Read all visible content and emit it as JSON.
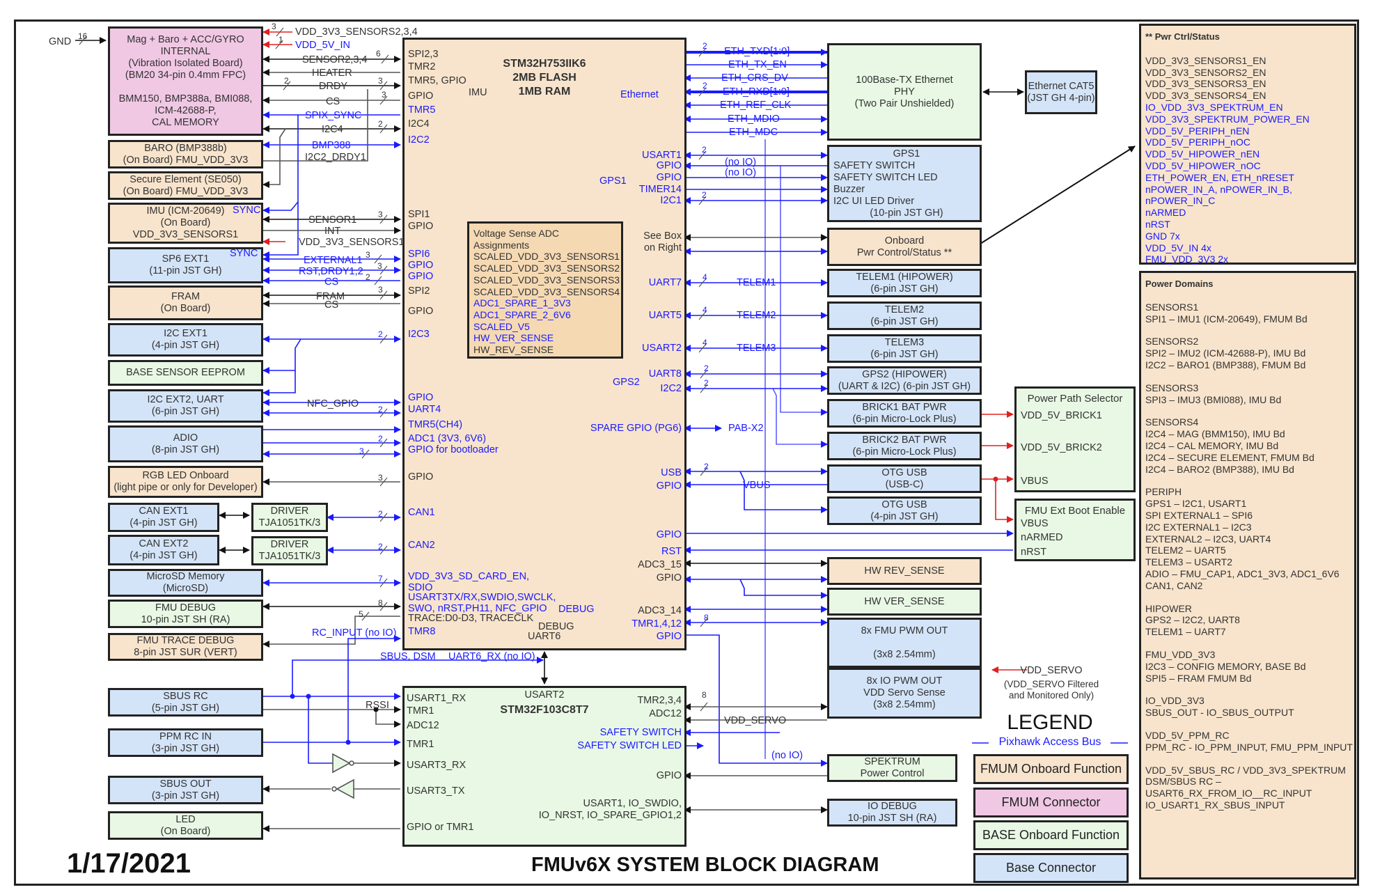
{
  "title": "FMUv6X SYSTEM BLOCK DIAGRAM",
  "date": "1/17/2021",
  "colors": {
    "fmum_onboard": "#f8e4cc",
    "fmum_connector": "#f0c8e4",
    "base_onboard": "#e8f8e4",
    "base_connector": "#d4e4f8",
    "signal_blue": "#1a1aff",
    "power_red": "#e02020",
    "wire_black": "#222222"
  },
  "left_blocks": {
    "imu_internal": [
      "Mag + Baro + ACC/GYRO",
      "INTERNAL",
      "(Vibration Isolated Board)",
      "(BM20 34-pin 0.4mm FPC)",
      "",
      "BMM150, BMP388a, BMI088,",
      "ICM-42688-P,",
      "CAL MEMORY"
    ],
    "baro": [
      "BARO (BMP388b)",
      "(On Board) FMU_VDD_3V3"
    ],
    "secure": [
      "Secure Element (SE050)",
      "(On Board) FMU_VDD_3V3"
    ],
    "imu_onboard": [
      "IMU (ICM-20649)",
      "(On Board)",
      "VDD_3V3_SENSORS1"
    ],
    "sp6": [
      "SP6 EXT1",
      "(11-pin JST GH)"
    ],
    "fram": [
      "FRAM",
      "(On Board)"
    ],
    "i2c_ext1": [
      "I2C EXT1",
      "(4-pin JST GH)"
    ],
    "base_eeprom": [
      "BASE SENSOR EEPROM"
    ],
    "i2c_ext2": [
      "I2C EXT2, UART",
      "(6-pin JST GH)"
    ],
    "adio": [
      "ADIO",
      "(8-pin JST GH)"
    ],
    "rgb_led": [
      "RGB LED Onboard",
      "(light pipe or only for Developer)"
    ],
    "can_ext1": [
      "CAN EXT1",
      "(4-pin JST GH)"
    ],
    "can_ext2": [
      "CAN EXT2",
      "(4-pin JST GH)"
    ],
    "driver1": [
      "DRIVER",
      "TJA1051TK/3"
    ],
    "driver2": [
      "DRIVER",
      "TJA1051TK/3"
    ],
    "microsd": [
      "MicroSD Memory",
      "(MicroSD)"
    ],
    "fmu_debug": [
      "FMU DEBUG",
      "10-pin JST SH (RA)"
    ],
    "fmu_trace": [
      "FMU TRACE DEBUG",
      "8-pin JST SUR (VERT)"
    ],
    "sbus_rc": [
      "SBUS RC",
      "(5-pin JST GH)"
    ],
    "ppm_rc": [
      "PPM RC IN",
      "(3-pin JST GH)"
    ],
    "sbus_out": [
      "SBUS OUT",
      "(3-pin JST GH)"
    ],
    "led": [
      "LED",
      "(On Board)"
    ]
  },
  "right_blocks": {
    "eth_phy": [
      "100Base-TX Ethernet",
      "PHY",
      "(Two Pair Unshielded)"
    ],
    "eth_cat5": [
      "Ethernet CAT5",
      "(JST GH 4-pin)"
    ],
    "gps1": [
      "GPS1",
      "SAFETY SWITCH",
      "SAFETY SWITCH LED",
      "Buzzer",
      "I2C UI LED Driver",
      "(10-pin JST GH)"
    ],
    "pwr_ctrl": [
      "Onboard",
      "Pwr Control/Status **"
    ],
    "telem1": [
      "TELEM1 (HIPOWER)",
      "(6-pin JST GH)"
    ],
    "telem2": [
      "TELEM2",
      "(6-pin JST GH)"
    ],
    "telem3": [
      "TELEM3",
      "(6-pin JST GH)"
    ],
    "gps2": [
      "GPS2 (HIPOWER)",
      "(UART & I2C) (6-pin JST GH)"
    ],
    "brick1": [
      "BRICK1 BAT PWR",
      "(6-pin Micro-Lock Plus)"
    ],
    "brick2": [
      "BRICK2 BAT PWR",
      "(6-pin Micro-Lock Plus)"
    ],
    "otg_usbc": [
      "OTG USB",
      "(USB-C)"
    ],
    "otg_jst": [
      "OTG USB",
      "(4-pin JST GH)"
    ],
    "hw_rev": [
      "HW REV_SENSE"
    ],
    "hw_ver": [
      "HW VER_SENSE"
    ],
    "fmu_pwm": [
      "8x FMU PWM OUT",
      "",
      "(3x8 2.54mm)"
    ],
    "io_pwm": [
      "8x IO PWM OUT",
      "VDD Servo Sense",
      "(3x8 2.54mm)"
    ],
    "spektrum": [
      "SPEKTRUM",
      "Power Control"
    ],
    "io_debug": [
      "IO DEBUG",
      "10-pin JST SH (RA)"
    ],
    "power_path": {
      "title": "Power Path Selector",
      "pins": [
        "VDD_5V_BRICK1",
        "VDD_5V_BRICK2",
        "VBUS"
      ]
    },
    "ext_boot": {
      "title": "FMU Ext Boot Enable",
      "pins": [
        "VBUS",
        "nARMED",
        "nRST"
      ]
    }
  },
  "fmu_mcu": {
    "name": [
      "STM32H753IIK6",
      "2MB FLASH",
      "1MB RAM"
    ],
    "imu_group": "IMU",
    "ethernet_group": "Ethernet",
    "gps1_group": "GPS1",
    "gps2_group": "GPS2",
    "debug_group": "DEBUG",
    "left_pins": [
      "SPI2,3",
      "TMR2",
      "TMR5, GPIO",
      "GPIO",
      "TMR5",
      "I2C4",
      "I2C2",
      "SPI1",
      "GPIO",
      "SPI6",
      "GPIO",
      "GPIO",
      "SPI2",
      "GPIO",
      "I2C3",
      "GPIO",
      "UART4",
      "TMR5(CH4)",
      "ADC1 (3V3, 6V6)",
      "GPIO for bootloader",
      "GPIO",
      "CAN1",
      "CAN2",
      "VDD_3V3_SD_CARD_EN,",
      "SDIO",
      "USART3TX/RX,SWDIO,SWCLK,",
      "SWO, nRST,PH11, NFC_GPIO",
      "TRACE:D0-D3, TRACECLK",
      "TMR8"
    ],
    "bottom_labels": [
      "DEBUG",
      "UART6"
    ],
    "right_pins": [
      "USART1",
      "GPIO",
      "GPIO",
      "TIMER14",
      "I2C1",
      "See Box",
      "on Right",
      "UART7",
      "UART5",
      "USART2",
      "UART8",
      "I2C2",
      "SPARE GPIO (PG6)",
      "USB",
      "GPIO",
      "GPIO",
      "RST",
      "ADC3_15",
      "GPIO",
      "ADC3_14",
      "TMR1,4,12",
      "GPIO"
    ]
  },
  "adc_box": {
    "title": "Voltage Sense ADC Assignments",
    "black_items": [
      "SCALED_VDD_3V3_SENSORS1",
      "SCALED_VDD_3V3_SENSORS2",
      "SCALED_VDD_3V3_SENSORS3",
      "SCALED_VDD_3V3_SENSORS4"
    ],
    "blue_items": [
      "ADC1_SPARE_1_3V3",
      "ADC1_SPARE_2_6V6",
      "SCALED_V5",
      "HW_VER_SENSE"
    ],
    "last_item": "HW_REV_SENSE"
  },
  "io_mcu": {
    "name": "STM32F103C8T7",
    "top_label": "USART2",
    "left_pins": [
      "USART1_RX",
      "TMR1",
      "ADC12",
      "TMR1",
      "USART3_RX",
      "USART3_TX",
      "GPIO or TMR1"
    ],
    "right_pins": [
      "TMR2,3,4",
      "ADC12",
      "SAFETY SWITCH",
      "SAFETY SWITCH LED",
      "GPIO",
      "USART1, IO_SWDIO,",
      "IO_NRST, IO_SPARE_GPIO1,2"
    ]
  },
  "wire_labels": {
    "gnd": "GND",
    "gnd_count": "16",
    "vdd_sensors234": "VDD_3V3_SENSORS2,3,4",
    "vdd_sensors234_count": "3",
    "vdd_5v_in": "VDD_5V_IN",
    "vdd_5v_in_count": "1",
    "sensor234": "SENSOR2,3,4",
    "sensor234_count": "6",
    "heater": "HEATER",
    "drdy": "DRDY",
    "drdy_count": "2",
    "drdy_count2": "3",
    "drdy_count3": "3",
    "cs": "CS",
    "spix_sync": "SPIX_SYNC",
    "i2c4": "I2C4",
    "i2c4_count": "2",
    "bmp388": "BMP388",
    "i2c2_drdy1": "I2C2_DRDY1",
    "sync": "SYNC",
    "sensor1": "SENSOR1",
    "sensor1_count": "3",
    "int": "INT",
    "vdd_sensors1": "VDD_3V3_SENSORS1",
    "external1": "EXTERNAL1",
    "external1_count": "3",
    "rst_drdy": "RST,DRDY1,2",
    "rst_drdy_count": "3",
    "sp6_cs": "CS",
    "sp6_cs_count": "2",
    "fram": "FRAM",
    "fram_count": "3",
    "fram_cs": "CS",
    "i2c3_count": "2",
    "nfc_gpio": "NFC_GPIO",
    "uart4_count": "2",
    "adc1_count": "2",
    "boot_count": "3",
    "rgb_count": "3",
    "can1_count": "2",
    "can2_count": "2",
    "sd_count": "7",
    "debug_count": "8",
    "trace_count": "5",
    "rc_input": "RC_INPUT (no IO)",
    "sbus_dsm": "SBUS, DSM",
    "uart6_rx": "UART6_RX (no IO)",
    "rssi": "RSSI",
    "eth_txd": "ETH_TXD[1:0]",
    "eth_tx_en": "ETH_TX_EN",
    "eth_crs_dv": "ETH_CRS_DV",
    "eth_rxd": "ETH_RXD[1:0]",
    "eth_ref_clk": "ETH_REF_CLK",
    "eth_mdio": "ETH_MDIO",
    "eth_mdc": "ETH_MDC",
    "eth_count": "2",
    "no_io": "(no IO)",
    "telem1": "TELEM1",
    "telem2": "TELEM2",
    "telem3": "TELEM3",
    "telem_count": "4",
    "gps2_count": "2",
    "pab_x2": "PAB-X2",
    "usb_count": "2",
    "vbus": "VBUS",
    "pwm_count": "8",
    "io_pwm_count": "8",
    "vdd_servo": "VDD_SERVO",
    "vdd_servo_note": [
      "(VDD_SERVO Filtered",
      "and Monitored Only)"
    ]
  },
  "pwr_ctrl_panel": {
    "title": "** Pwr Ctrl/Status",
    "black_items": [
      "VDD_3V3_SENSORS1_EN",
      "VDD_3V3_SENSORS2_EN",
      "VDD_3V3_SENSORS3_EN",
      "VDD_3V3_SENSORS4_EN"
    ],
    "blue_items": [
      "IO_VDD_3V3_SPEKTRUM_EN",
      "VDD_3V3_SPEKTRUM_POWER_EN",
      "VDD_5V_PERIPH_nEN",
      "VDD_5V_PERIPH_nOC",
      "VDD_5V_HIPOWER_nEN",
      "VDD_5V_HIPOWER_nOC",
      "ETH_POWER_EN, ETH_nRESET",
      "nPOWER_IN_A, nPOWER_IN_B,",
      "nPOWER_IN_C",
      "nARMED",
      "nRST",
      "GND 7x",
      "VDD_5V_IN 4x",
      "FMU_VDD_3V3 2x"
    ]
  },
  "power_domains_panel": {
    "title": "Power Domains",
    "groups": [
      [
        "SENSORS1",
        "SPI1 – IMU1 (ICM-20649), FMUM Bd"
      ],
      [
        "SENSORS2",
        "SPI2 – IMU2 (ICM-42688-P), IMU Bd",
        "I2C2 – BARO1 (BMP388), FMUM Bd"
      ],
      [
        "SENSORS3",
        "SPI3 – IMU3 (BMI088), IMU Bd"
      ],
      [
        "SENSORS4",
        "I2C4 – MAG (BMM150), IMU Bd",
        "I2C4 – CAL MEMORY, IMU Bd",
        "I2C4 – SECURE ELEMENT, FMUM Bd",
        "I2C4 – BARO2 (BMP388), IMU Bd"
      ],
      [
        "PERIPH",
        "GPS1 – I2C1, USART1",
        "SPI EXTERNAL1 – SPI6",
        "I2C EXTERNAL1 – I2C3",
        "EXTERNAL2 – I2C3, UART4",
        "TELEM2 – UART5",
        "TELEM3 – USART2",
        "ADIO – FMU_CAP1, ADC1_3V3, ADC1_6V6",
        "CAN1, CAN2"
      ],
      [
        "HIPOWER",
        "GPS2 – I2C2, UART8",
        "TELEM1 – UART7"
      ],
      [
        "FMU_VDD_3V3",
        "I2C3 – CONFIG MEMORY, BASE Bd",
        "SPI5 – FRAM FMUM Bd"
      ],
      [
        "IO_VDD_3V3",
        "SBUS_OUT - IO_SBUS_OUTPUT"
      ],
      [
        "VDD_5V_PPM_RC",
        "PPM_RC - IO_PPM_INPUT, FMU_PPM_INPUT"
      ],
      [
        "VDD_5V_SBUS_RC / VDD_3V3_SPEKTRUM",
        "DSM/SBUS RC –",
        "USART6_RX_FROM_IO__RC_INPUT",
        "IO_USART1_RX_SBUS_INPUT"
      ]
    ]
  },
  "legend": {
    "title": "LEGEND",
    "bus_label": "Pixhawk Access Bus",
    "items": [
      "FMUM Onboard Function",
      "FMUM Connector",
      "BASE Onboard Function",
      "Base Connector"
    ]
  }
}
